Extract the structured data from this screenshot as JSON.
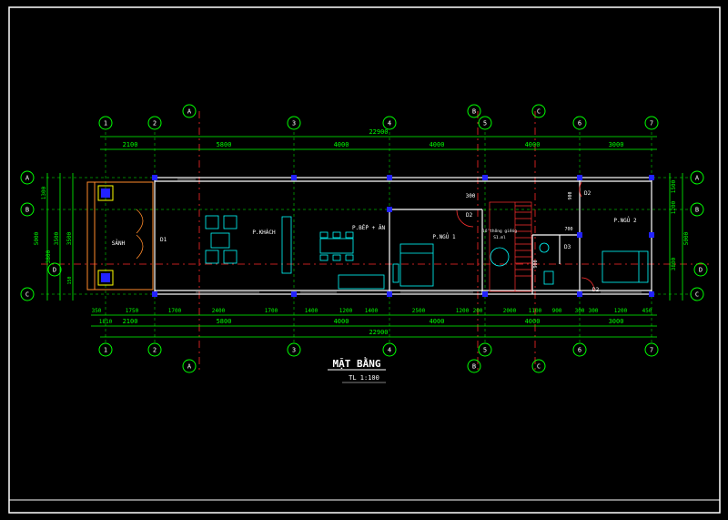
{
  "title": "MẶT BẰNG",
  "scale": "TL 1:100",
  "colors": {
    "background": "#000000",
    "frame": "#ffffff",
    "wall": "#ffffff",
    "dimension": "#00ff00",
    "grid_bubble": "#00ff00",
    "axis": "#ff2a2a",
    "furniture": "#00ffff",
    "column": "#0000ff",
    "stair": "#ff3030",
    "text": "#ffffff"
  },
  "grid_columns": [
    "1",
    "2",
    "3",
    "4",
    "5",
    "6",
    "7"
  ],
  "grid_rows_left": [
    "A",
    "B",
    "C"
  ],
  "grid_rows_right": [
    "A",
    "B",
    "C"
  ],
  "grid_columns_alpha": [
    "A",
    "B",
    "C"
  ],
  "side_marks": [
    "D",
    "D"
  ],
  "top_dims": {
    "total": "22900",
    "segments": [
      "2100",
      "5800",
      "4000",
      "4000",
      "4000",
      "3000"
    ],
    "small": "300"
  },
  "bottom_dims": {
    "detail": [
      "350",
      "1750",
      "1700",
      "2400",
      "1700",
      "1400",
      "1200",
      "1400",
      "2500",
      "1200",
      "200",
      "2000",
      "1100",
      "900",
      "300",
      "300",
      "1200",
      "450"
    ],
    "detail_extra": "1810",
    "segments": [
      "2100",
      "5800",
      "4000",
      "4000",
      "4000",
      "3000"
    ],
    "total": "22900"
  },
  "left_dims": [
    "1300",
    "3500",
    "5000",
    "3800",
    "3500",
    "150"
  ],
  "right_dims": [
    "1500",
    "1200",
    "5000",
    "3800"
  ],
  "rooms": {
    "porch": "SẢNH",
    "living": "P.KHÁCH",
    "kitchen": "P.BẾP + ĂN",
    "bed1": "P.NGỦ 1",
    "bed2": "P.NGỦ 2",
    "well": "lỗ thông giếng",
    "well_code": "S1.ml"
  },
  "doors": [
    "D1",
    "D2",
    "D2",
    "D3",
    "D2"
  ],
  "misc_dims": [
    "700",
    "900",
    "900"
  ]
}
